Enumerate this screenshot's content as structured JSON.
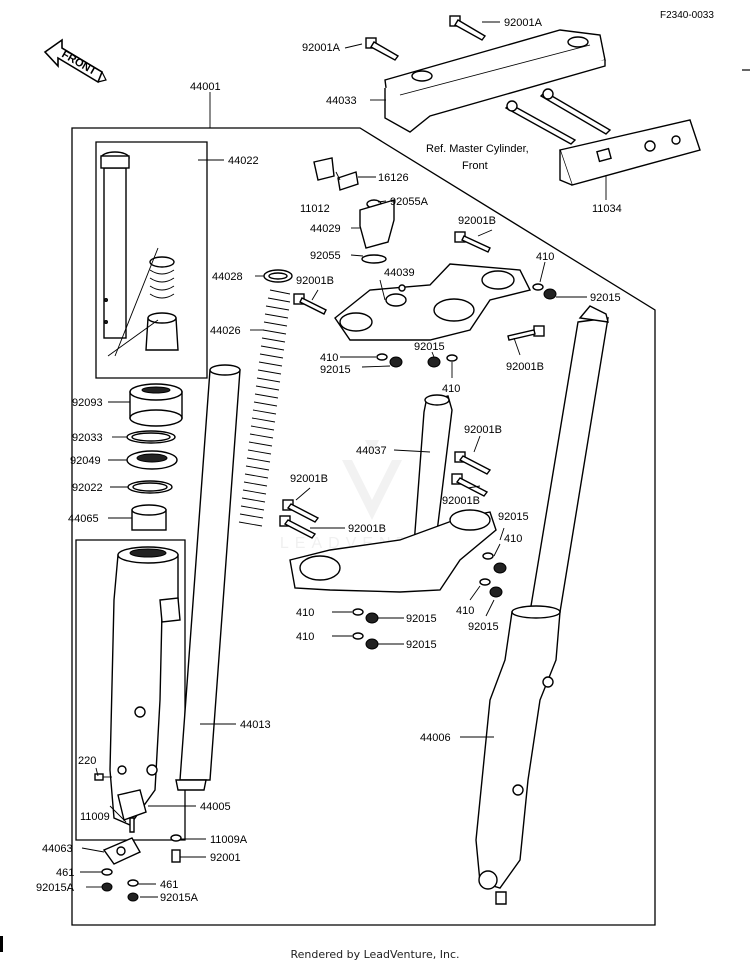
{
  "header": {
    "figure_code": "F2340-0033"
  },
  "front_badge": "FRONT",
  "reference_note": {
    "line1": "Ref. Master Cylinder,",
    "line2": "Front"
  },
  "watermark": "LEADVENTURE",
  "labels": {
    "p92001A_1": "92001A",
    "p92001A_2": "92001A",
    "p44033": "44033",
    "p44001": "44001",
    "p44022": "44022",
    "p16126": "16126",
    "p11012": "11012",
    "p92055A": "92055A",
    "p44029": "44029",
    "p92001B_1": "92001B",
    "p92055": "92055",
    "p410_1": "410",
    "p44028": "44028",
    "p92001B_2": "92001B",
    "p44039": "44039",
    "p92015_1": "92015",
    "p44026": "44026",
    "p11034": "11034",
    "p410_2": "410",
    "p92015_2": "92015",
    "p92015_3": "92015",
    "p92001B_3": "92001B",
    "p410_3": "410",
    "p92093": "92093",
    "p92033": "92033",
    "p44037": "44037",
    "p92001B_4": "92001B",
    "p92049": "92049",
    "p92001B_5": "92001B",
    "p92022": "92022",
    "p92001B_6": "92001B",
    "p92015_4": "92015",
    "p44065": "44065",
    "p92001B_7": "92001B",
    "p410_4": "410",
    "p410_5": "410",
    "p92015_5": "92015",
    "p410_6": "410",
    "p92015_6": "92015",
    "p410_7": "410",
    "p92015_7": "92015",
    "p44013": "44013",
    "p44006": "44006",
    "p220": "220",
    "p11009": "11009",
    "p44005": "44005",
    "p11009A": "11009A",
    "p44063": "44063",
    "p92001": "92001",
    "p461_1": "461",
    "p461_2": "461",
    "p92015A_1": "92015A",
    "p92015A_2": "92015A"
  },
  "footer": {
    "text": "Rendered by LeadVenture, Inc."
  }
}
